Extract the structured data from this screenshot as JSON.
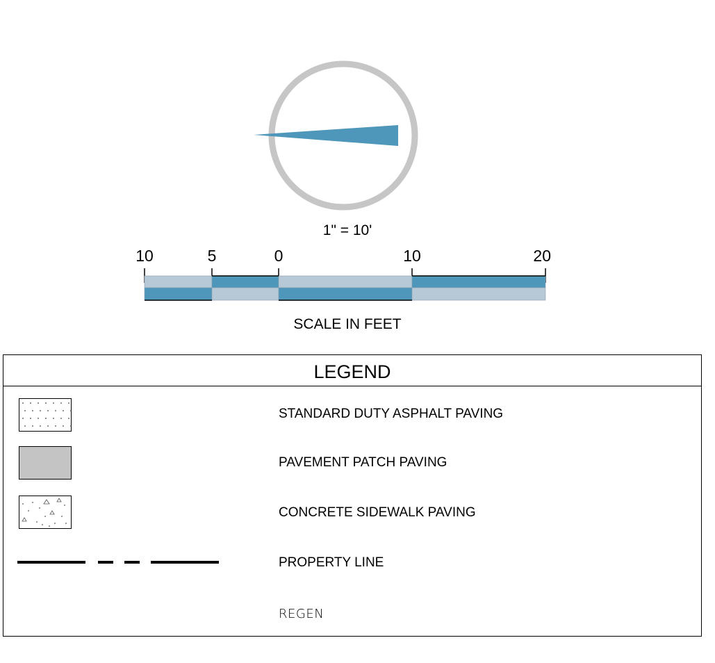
{
  "north_arrow": {
    "ring_color": "#c6c6c6",
    "needle_color": "#4e97bb",
    "icon": "north-arrow-icon"
  },
  "scale_bar": {
    "ratio_label": "1\" = 10'",
    "tick_labels": [
      "10",
      "5",
      "0",
      "10",
      "20"
    ],
    "caption": "SCALE IN FEET",
    "dark_color": "#4e97bb",
    "light_color": "#b7c9d6"
  },
  "legend": {
    "title": "LEGEND",
    "items": [
      {
        "label": "STANDARD DUTY ASPHALT PAVING",
        "symbol": "dotted-hatch-icon"
      },
      {
        "label": "PAVEMENT PATCH PAVING",
        "symbol": "gray-fill-icon",
        "fill": "#c4c4c4"
      },
      {
        "label": "CONCRETE SIDEWALK PAVING",
        "symbol": "concrete-hatch-icon"
      },
      {
        "label": "PROPERTY LINE",
        "symbol": "dash-line-icon"
      },
      {
        "label": "REGEN",
        "symbol": ""
      }
    ]
  }
}
